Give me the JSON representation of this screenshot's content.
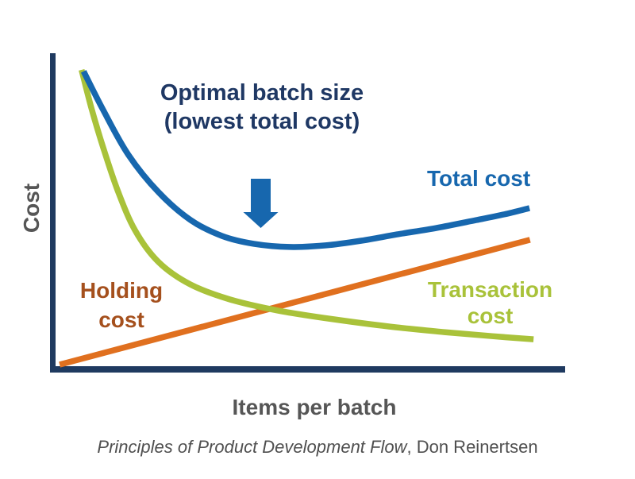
{
  "colors": {
    "background": "#ffffff",
    "axis": "#1f3a60",
    "total": "#1767ae",
    "transaction": "#a9c23a",
    "holding_line": "#e0701f",
    "holding_label": "#a5501d",
    "annotation_text": "#1f3864",
    "gray_text": "#565656",
    "arrow": "#1767ae"
  },
  "annotation": {
    "line1": "Optimal batch size",
    "line2": "(lowest total cost)"
  },
  "series_labels": {
    "total": "Total cost",
    "transaction_line1": "Transaction",
    "transaction_line2": "cost",
    "holding_line1": "Holding",
    "holding_line2": "cost"
  },
  "axes": {
    "y_label": "Cost",
    "x_label": "Items per batch"
  },
  "caption": {
    "italic": "Principles of Product Development Flow",
    "regular": ", Don Reinertsen"
  },
  "chart_data": {
    "type": "line",
    "title": "Optimal batch size (lowest total cost)",
    "xlabel": "Items per batch",
    "ylabel": "Cost",
    "xlim": [
      0,
      10
    ],
    "ylim": [
      0,
      100
    ],
    "grid": false,
    "legend_position": "inline-labels-on-curves",
    "annotations": [
      {
        "text": "Optimal batch size (lowest total cost)",
        "arrow": "down",
        "points_to_series": "Total cost",
        "points_to_x": 4.1
      }
    ],
    "series": [
      {
        "name": "Holding cost",
        "color": "#e0701f",
        "shape": "straight increasing line",
        "x": [
          0.08,
          9.31
        ],
        "y": [
          0.5,
          40.4
        ]
      },
      {
        "name": "Transaction cost",
        "color": "#a9c23a",
        "shape": "hyperbolic decreasing curve",
        "x": [
          0.51,
          0.7,
          0.93,
          1.22,
          1.56,
          2.02,
          2.65,
          3.43,
          4.36,
          5.45,
          6.54,
          7.63,
          8.57,
          9.38
        ],
        "y": [
          94.7,
          82.7,
          70.1,
          56.1,
          43.4,
          33.3,
          26.1,
          21.3,
          17.8,
          15.0,
          12.7,
          10.9,
          9.6,
          8.6
        ]
      },
      {
        "name": "Total cost",
        "color": "#1767ae",
        "shape": "u-shaped curve with minimum near x=4.6",
        "x": [
          0.55,
          0.93,
          1.43,
          2.02,
          2.65,
          3.27,
          3.89,
          4.6,
          5.3,
          6.0,
          6.7,
          7.48,
          8.26,
          8.8,
          9.3
        ],
        "y": [
          94.2,
          82.0,
          67.5,
          55.6,
          46.7,
          41.6,
          39.1,
          38.1,
          38.6,
          40.1,
          42.1,
          44.2,
          46.7,
          48.5,
          50.5
        ]
      }
    ]
  }
}
